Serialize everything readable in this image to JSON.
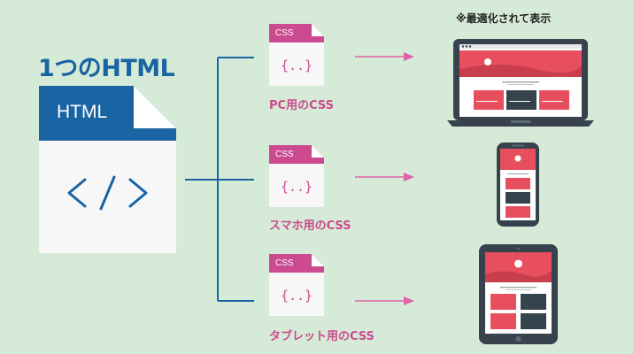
{
  "title": "1つのHTML",
  "html_file": {
    "label": "HTML",
    "icon": "code-brackets-icon"
  },
  "note": "※最適化されて表示",
  "css_files": [
    {
      "label": "CSS",
      "caption": "PC用のCSS",
      "device": "laptop"
    },
    {
      "label": "CSS",
      "caption": "スマホ用のCSS",
      "device": "smartphone"
    },
    {
      "label": "CSS",
      "caption": "タブレット用のCSS",
      "device": "tablet"
    }
  ],
  "colors": {
    "background": "#d6ebd7",
    "html_blue": "#1a64a3",
    "css_pink": "#cc4a8f",
    "arrow_pink": "#e063a6",
    "device_dark": "#37424d",
    "hero_red": "#e84f5e",
    "card_red": "#e84f5e",
    "card_dark": "#35434c"
  }
}
